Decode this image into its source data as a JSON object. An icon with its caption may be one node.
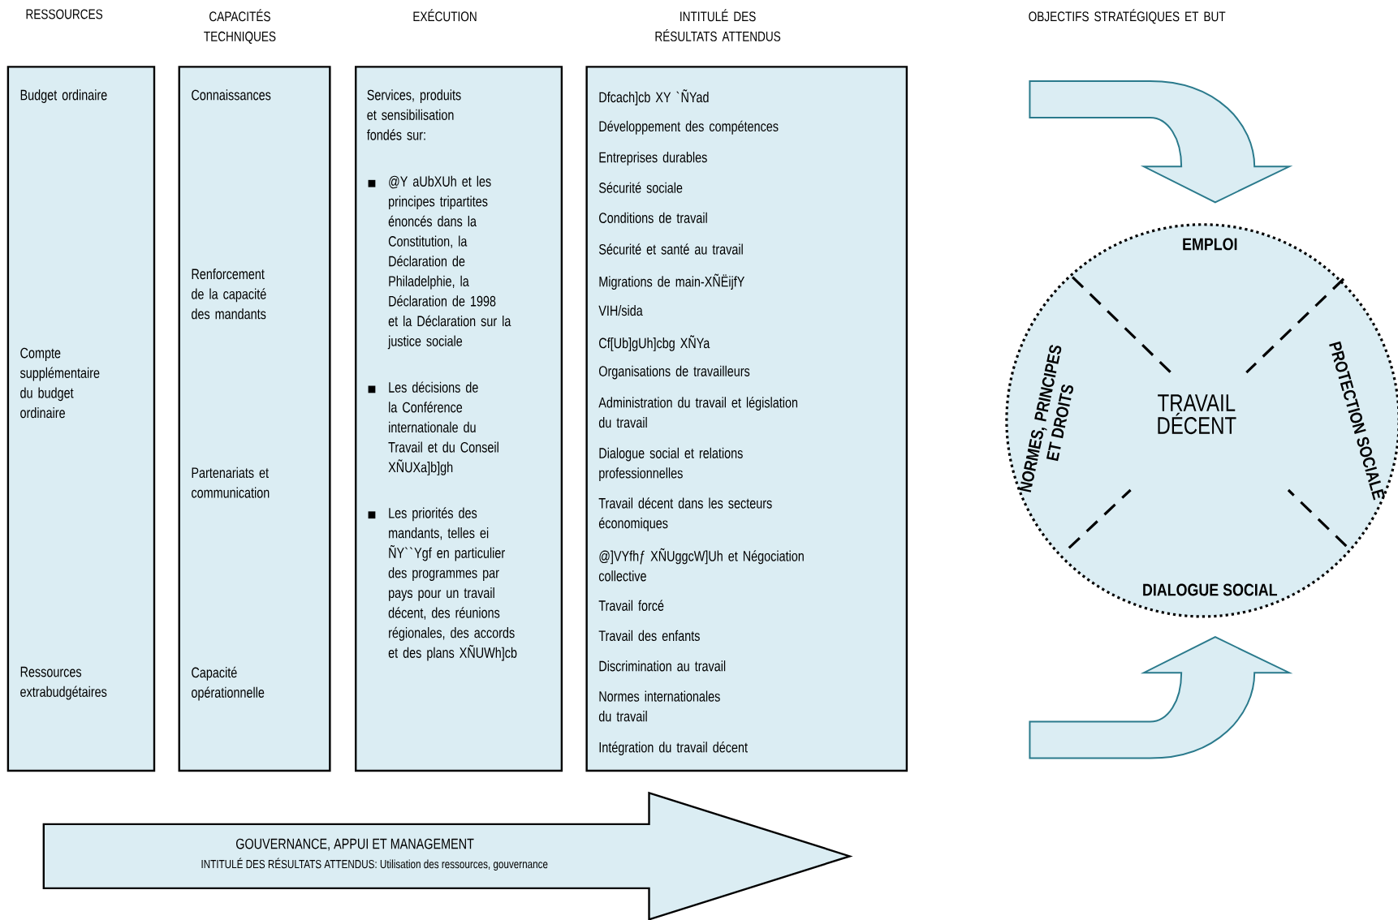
{
  "diagram": {
    "nodes": [
      {
        "text": [
          "Budget ordinaire",
          "Compte supplémentaire du budget ordinaire",
          "Ressources extrabudgétaires"
        ]
      },
      {
        "text": [
          "Connaissances",
          "Renforcement de la capacité des mandants",
          "Partenariats et communication",
          "Capacité opérationnelle"
        ]
      },
      {
        "text": [
          "Services, produits et sensibilisation fondés sur:",
          "@Y aUbXUh et les principes tripartites énoncés dans la Constitution, la Déclaration de Philadelphie, la Déclaration de 1998 et la Déclaration sur la justice sociale",
          "Les décisions de la Conférence internationale du Travail et du Conseil XÑUXa]b]gh",
          "Les priorités des mandants, telles ei ÑY``Ygf en particulier des programmes par pays pour un travail décent, des réunions régionales, des accords et des plans XÑUWh]cb"
        ]
      },
      {
        "text": [
          "Dfcach]cb XY `ÑYad",
          "Développement des compétences",
          "Entreprises durables",
          "Sécurité sociale",
          "Conditions de travail",
          "Sécurité et santé au travail",
          "Migrations de main-XÑËijfY",
          "VIH/sida",
          "Cf[Ub]gUh]cbg XÑYa",
          "Organisations de travailleurs",
          "Administration du travail et législation du travail",
          "Dialogue social et relations professionnelles",
          "Travail décent dans les secteurs économiques",
          "@]VYfhƒ XÑUggcW]Uh et Négociation collective",
          "Travail forcé",
          "Travail des enfants",
          "Discrimination au travail",
          "Normes internationales du travail",
          "Intégration du travail décent"
        ]
      },
      {
        "text": [
          "GOUVERNANCE, APPUI ET MANAGEMENT",
          "INTITULÉ DES RÉSULTATS ATTENDUS: Utilisation des ressources, gouvernance"
        ]
      },
      {
        "text": [
          "EMPLOI",
          "NORMES, PRINCIPES ET DROITS",
          "TRAVAIL DÉCENT",
          "PROTECTION SOCIALE",
          "DIALOGUE SOCIAL"
        ]
      }
    ],
    "labels": [
      "RESSOURCES",
      "CAPACITÉS TECHNIQUES",
      "EXÉCUTION",
      "INTITULÉ DES RÉSULTATS ATTENDUS",
      "OBJECTIFS STRATÉGIQUES ET BUT"
    ]
  }
}
